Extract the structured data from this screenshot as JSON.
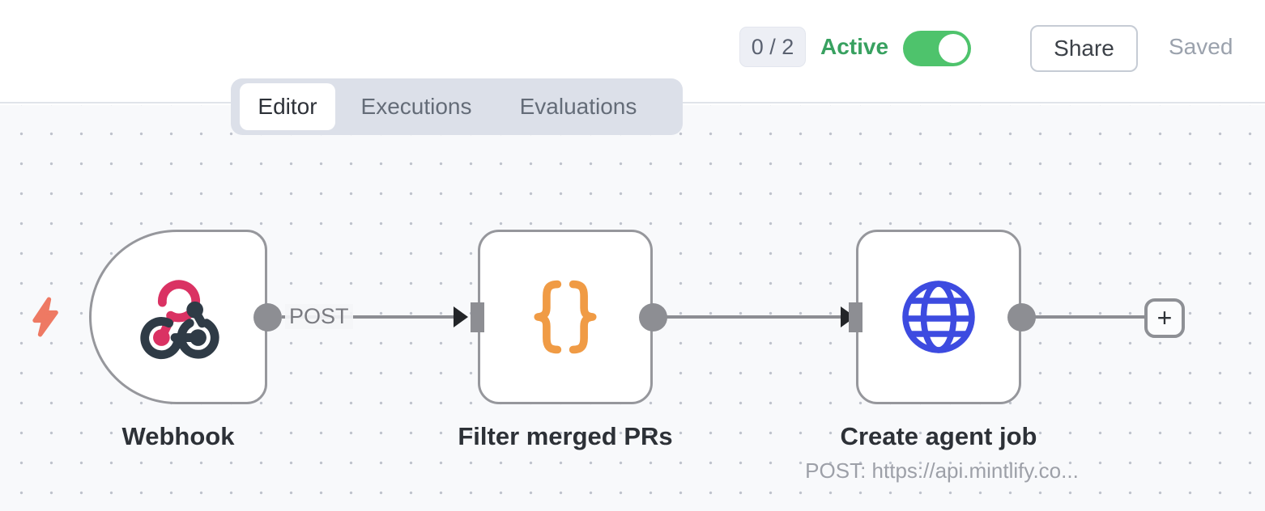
{
  "header": {
    "issues_badge": "0 / 2",
    "active_label": "Active",
    "active_state": "on",
    "share_label": "Share",
    "saved_label": "Saved"
  },
  "tabs": [
    {
      "label": "Editor",
      "active": true
    },
    {
      "label": "Executions",
      "active": false
    },
    {
      "label": "Evaluations",
      "active": false
    }
  ],
  "canvas": {
    "nodes": [
      {
        "id": "webhook",
        "label": "Webhook",
        "icon": "webhook-icon",
        "output_label": "POST"
      },
      {
        "id": "filter-merged-prs",
        "label": "Filter merged PRs",
        "icon": "curly-braces-icon"
      },
      {
        "id": "create-agent-job",
        "label": "Create agent job",
        "icon": "globe-icon",
        "sublabel": "POST: https://api.mintlify.co..."
      }
    ],
    "connections": [
      {
        "from": "webhook",
        "to": "filter-merged-prs",
        "label": "POST"
      },
      {
        "from": "filter-merged-prs",
        "to": "create-agent-job"
      },
      {
        "from": "create-agent-job",
        "to": "add-node-button"
      }
    ],
    "add_button_glyph": "+"
  },
  "colors": {
    "toggle_green": "#4ec36c",
    "active_text_green": "#38a160",
    "webhook_pink": "#da3263",
    "webhook_dark": "#2f3b46",
    "braces_orange": "#f09b45",
    "globe_blue": "#3d4be0",
    "bolt_coral": "#ee7963",
    "node_border_gray": "#96979c",
    "canvas_bg": "#f8f9fb"
  }
}
